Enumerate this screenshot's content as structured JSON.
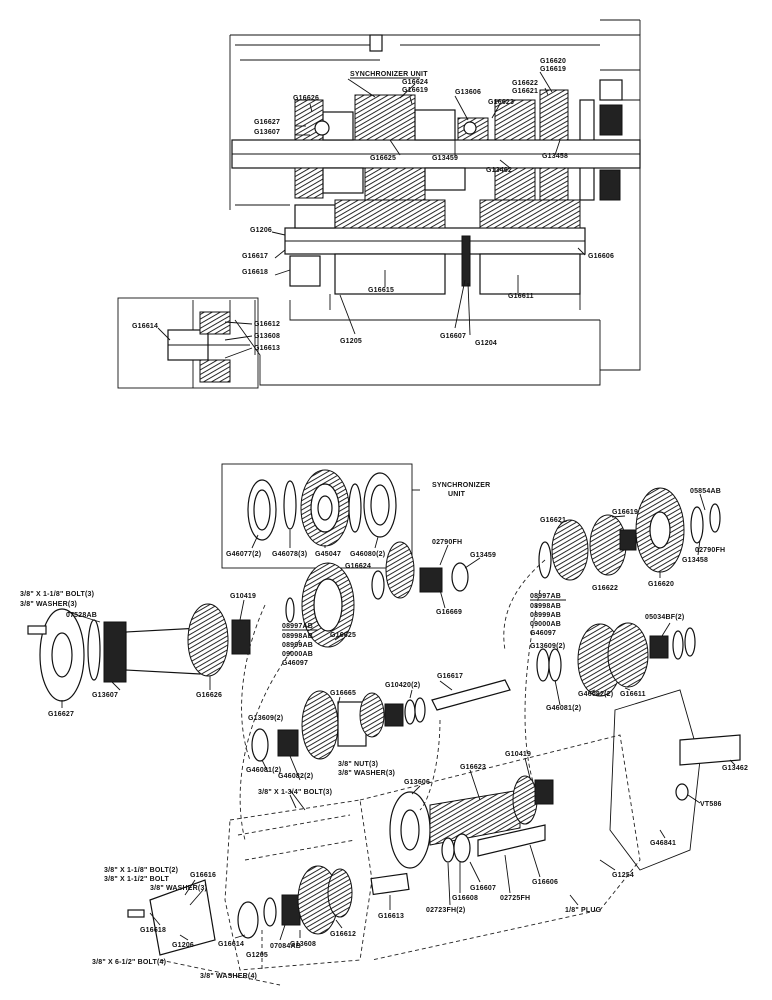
{
  "section_view": {
    "labels": {
      "synchronizer_unit": "SYNCHRONIZER UNIT",
      "g16620": "G16620",
      "g16619": "G16619",
      "g16624": "G16624",
      "g16619b": "G16619",
      "g16622": "G16622",
      "g16621": "G16621",
      "g16626": "G16626",
      "g13606": "G13606",
      "g16623": "G16623",
      "g16627": "G16627",
      "g13607": "G13607",
      "g16625": "G16625",
      "g13459": "G13459",
      "g13458": "G13458",
      "g13462": "G13462",
      "g1206": "G1206",
      "g16617": "G16617",
      "g16618": "G16618",
      "g16606": "G16606",
      "g16615": "G16615",
      "g16611": "G16611",
      "g16614": "G16614",
      "g16612": "G16612",
      "g13608": "G13608",
      "g16613": "G16613",
      "g1205": "G1205",
      "g16607": "G16607",
      "g1204": "G1204"
    }
  },
  "exploded_view": {
    "labels": {
      "synchronizer_unit_a": "SYNCHRONIZER",
      "synchronizer_unit_b": "UNIT",
      "g46077": "G46077(2)",
      "g46078": "G46078(3)",
      "g45047": "G45047",
      "g46080": "G46080(2)",
      "g16621": "G16621",
      "g16619": "G16619",
      "g05854ab": "05854AB",
      "g02790fh_a": "02790FH",
      "g16624": "G16624",
      "g13459": "G13459",
      "g16622": "G16622",
      "g16620": "G16620",
      "g13458": "G13458",
      "g02790fh_b": "02790FH",
      "bolt_3_8_1_1_8": "3/8\" X 1-1/8\" BOLT(3)",
      "washer_3_8_a": "3/8\" WASHER(3)",
      "g07528ab": "07528AB",
      "g10419": "G10419",
      "g16669": "G16669",
      "g08997ab_a": "08997AB",
      "g08998ab_a": "08998AB",
      "g08999ab_a": "08999AB",
      "g09000ab_a": "09000AB",
      "g46097_a": "G46097",
      "g08997ab_b": "08997AB",
      "g08998ab_b": "08998AB",
      "g08999ab_b": "08999AB",
      "g09000ab_b": "09000AB",
      "g46097_b": "G46097",
      "g05034bf": "05034BF(2)",
      "g13607": "G13607",
      "g16626": "G16626",
      "g16625": "G16625",
      "g16627": "G16627",
      "g13609_a": "G13609(2)",
      "g46082_a": "G46082(2)",
      "g16611": "G16611",
      "g46081_a": "G46081(2)",
      "g16665": "G16665",
      "g10420": "G10420(2)",
      "g16617": "G16617",
      "g13609_b": "G13609(2)",
      "g46081_b": "G46081(2)",
      "g46082_b": "G46082(2)",
      "bolt_3_8_1_3_4": "3/8\" X 1-3/4\" BOLT(3)",
      "nut_3_8": "3/8\" NUT(3)",
      "washer_3_8_b": "3/8\" WASHER(3)",
      "g13606": "G13606",
      "g16623": "G16623",
      "g10419b": "G10419",
      "g13462": "G13462",
      "vt586": "VT586",
      "g46841": "G46841",
      "bolt_3_8_1_1_8b": "3/8\" X 1-1/8\" BOLT(2)",
      "bolt_3_8_1_1_2": "3/8\" X 1-1/2\" BOLT",
      "g16616": "G16616",
      "washer_3_8_c": "3/8\" WASHER(3)",
      "g16618": "G16618",
      "g1206": "G1206",
      "g16614": "G16614",
      "g1205": "G1205",
      "g07084ab": "07084AB",
      "g13608": "G13608",
      "g16612": "G16612",
      "g16613": "G16613",
      "g02723fh": "02723FH(2)",
      "g16608": "G16608",
      "g16607": "G16607",
      "g02725fh": "02725FH",
      "g16606": "G16606",
      "g1254": "G1254",
      "plug_1_8": "1/8\" PLUG",
      "bolt_3_8_6_1_2": "3/8\" X 6-1/2\" BOLT(4)",
      "washer_3_8_d": "3/8\" WASHER(4)"
    }
  }
}
